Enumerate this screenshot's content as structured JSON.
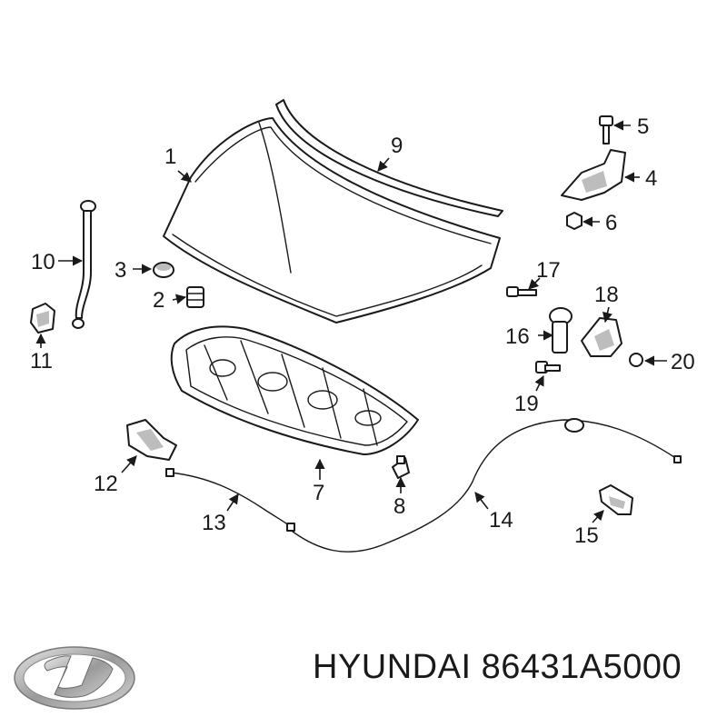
{
  "callouts": {
    "c1": "1",
    "c2": "2",
    "c3": "3",
    "c4": "4",
    "c5": "5",
    "c6": "6",
    "c7": "7",
    "c8": "8",
    "c9": "9",
    "c10": "10",
    "c11": "11",
    "c12": "12",
    "c13": "13",
    "c14": "14",
    "c15": "15",
    "c16": "16",
    "c17": "17",
    "c18": "18",
    "c19": "19",
    "c20": "20"
  },
  "footer": {
    "brand": "HYUNDAI",
    "part_number": "86431A5000"
  },
  "colors": {
    "line": "#1a1a1a",
    "shade": "#bdbdbd",
    "logo_silver": "#9a9a9a"
  },
  "icons": {
    "logo": "hyundai-logo-icon"
  }
}
